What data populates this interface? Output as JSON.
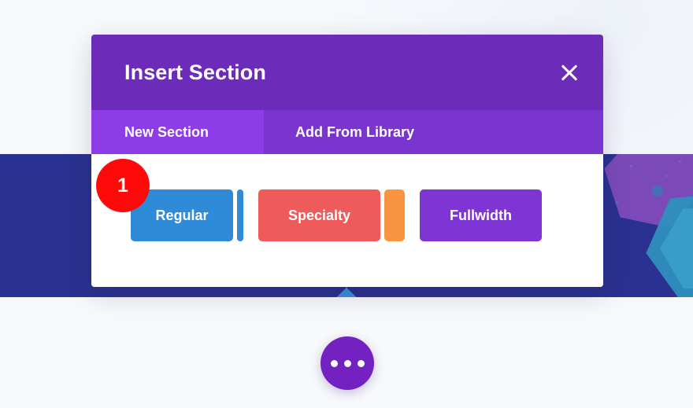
{
  "modal": {
    "title": "Insert Section",
    "close_label": "✕",
    "close_icon": "close-icon",
    "tabs": [
      {
        "label": "New Section",
        "active": true
      },
      {
        "label": "Add From Library",
        "active": false
      }
    ],
    "buttons": [
      {
        "label": "Regular",
        "color": "#2f8ad8",
        "side_tab_color": "#2f8ad8"
      },
      {
        "label": "Specialty",
        "color": "#ef5a5a",
        "side_tab_color": "#f99540"
      },
      {
        "label": "Fullwidth",
        "color": "#7f35d4",
        "side_tab_color": null
      }
    ],
    "step_badge": "1"
  },
  "fab": {
    "name": "more-options-button",
    "icon": "ellipsis-icon"
  },
  "colors": {
    "page_background": "#f7f9fc",
    "hero_band": "#2b3190",
    "header_purple": "#6c2bb9",
    "tab_active": "#8e3ce8",
    "tab_inactive": "#7b35cf",
    "badge_red": "#fc0a0a",
    "fold_blue": "#3c8ede",
    "fab_purple": "#7321c0"
  }
}
